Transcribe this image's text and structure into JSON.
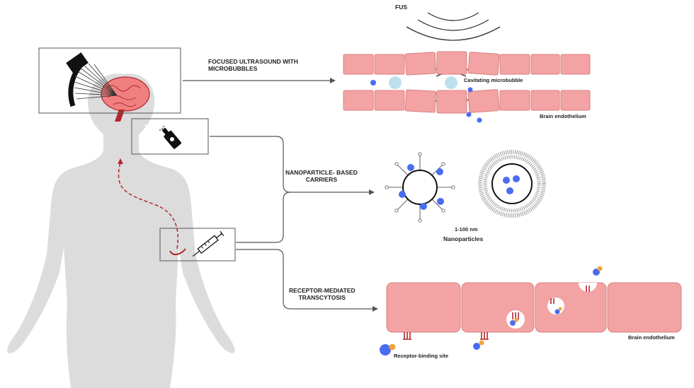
{
  "labels": {
    "fus": "FUS",
    "focused_ultrasound": "FOCUSED ULTRASOUND WITH\nMICROBUBBLES",
    "cavitating_microbubble": "Cavitating microbubble",
    "brain_endothelium_top": "Brain endothelium",
    "nanoparticle_carriers": "NANOPARTICLE- BASED\nCARRIERS",
    "size_range": "1-100 nm",
    "nanoparticles": "Nanoparticles",
    "receptor_mediated": "RECEPTOR-MEDIATED\nTRANSCYTOSIS",
    "brain_endothelium_bottom": "Brain endothelium",
    "receptor_binding_site": "Receptor-binding site"
  },
  "colors": {
    "body": "#dcdcdc",
    "cell_fill": "#f3a3a3",
    "cell_stroke": "#d98080",
    "drug_blue": "#4a6cf0",
    "bubble_light": "#bde0ee",
    "ligand_orange": "#f0a63c",
    "receptor_red": "#b3262d",
    "brain_pink": "#f08080",
    "line": "#555555"
  },
  "icons": [
    "ultrasound-transducer-icon",
    "nasal-spray-icon",
    "syringe-icon",
    "brain-icon"
  ]
}
